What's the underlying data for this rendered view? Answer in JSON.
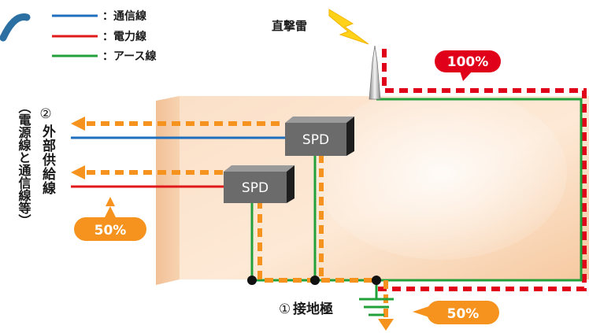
{
  "legend": {
    "items": [
      {
        "label": "：通信線",
        "color": "#1f6fbf"
      },
      {
        "label": "：電力線",
        "color": "#e01a1a"
      },
      {
        "label": "：アース線",
        "color": "#22a03a"
      }
    ]
  },
  "lightning": {
    "label": "直撃雷"
  },
  "callouts": {
    "in_percent": "100%",
    "out_left_percent": "50%",
    "out_ground_percent": "50%"
  },
  "spd": {
    "upper": "SPD",
    "lower": "SPD"
  },
  "external_lines": {
    "circled_number": "②",
    "label": "外部供給線",
    "sub_label": "（電源線と通信線等）"
  },
  "ground": {
    "circled_number": "①",
    "label": "接地極"
  },
  "colors": {
    "building": "#f8c8a0",
    "current_red": "#e0001a",
    "current_orange": "#f5931e",
    "spd_body": "#6b6b6b",
    "earth_green": "#22a03a"
  }
}
